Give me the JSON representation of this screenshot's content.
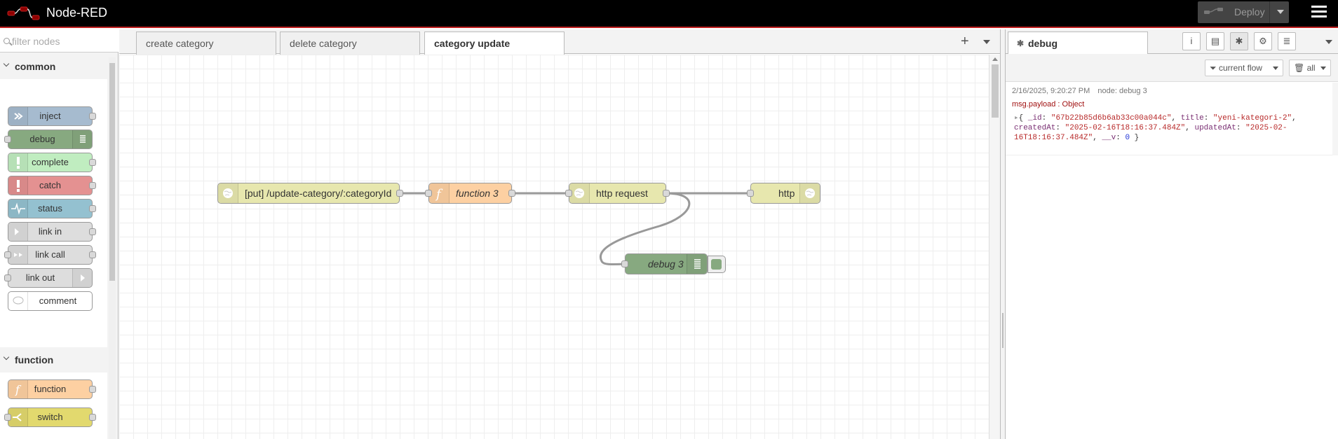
{
  "header": {
    "title": "Node-RED",
    "deploy_label": "Deploy"
  },
  "palette": {
    "filter_placeholder": "filter nodes",
    "categories": [
      {
        "name": "common",
        "nodes": [
          "inject",
          "debug",
          "complete",
          "catch",
          "status",
          "link in",
          "link call",
          "link out",
          "comment"
        ]
      },
      {
        "name": "function",
        "nodes": [
          "function",
          "switch"
        ]
      }
    ]
  },
  "workspace": {
    "tabs": [
      "create category",
      "delete category",
      "category update"
    ],
    "active_tab": "category update",
    "nodes": {
      "http_in": "[put] /update-category/:categoryId",
      "function": "function 3",
      "http_request": "http request",
      "http_response": "http",
      "debug": "debug 3"
    }
  },
  "sidebar": {
    "tab_label": "debug",
    "filter_label": "current flow",
    "clear_label": "all",
    "message": {
      "timestamp": "2/16/2025, 9:20:27 PM",
      "node": "node: debug 3",
      "type": "msg.payload : Object",
      "open_brace": "{",
      "id_key": "_id",
      "id_value": "\"67b22b85d6b6ab33c00a044c\"",
      "title_key": "title",
      "title_value": "\"yeni-kategori-2\"",
      "createdAt_key": "createdAt",
      "createdAt_value": "\"2025-02-16T18:16:37.484Z\"",
      "updatedAt_key": "updatedAt",
      "updatedAt_value": "\"2025-02-16T18:16:37.484Z\"",
      "v_key": "__v",
      "v_value": "0",
      "close_brace": "}"
    }
  },
  "colors": {
    "inject": "#a6bbcf",
    "debug": "#87a980",
    "complete": "#c0edc0",
    "catch": "#e49191",
    "status": "#94c1d0",
    "link": "#dddddd",
    "function": "#fdd0a2",
    "switch": "#e2d96e",
    "http": "#e7e7ae",
    "header_border": "#c02020"
  }
}
